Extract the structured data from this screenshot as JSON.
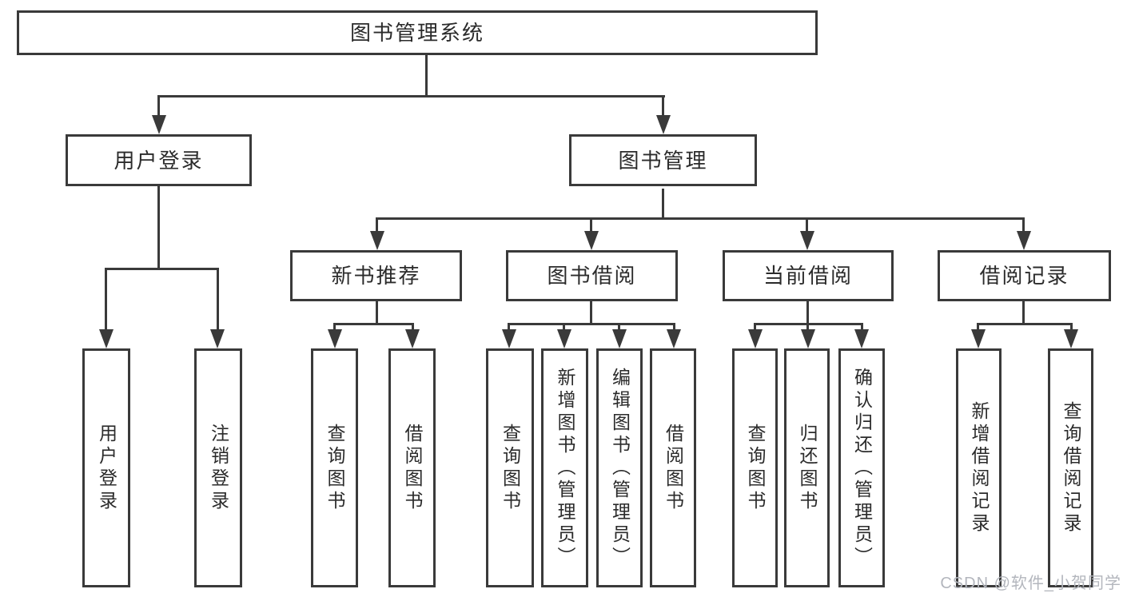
{
  "colors": {
    "line": "#3a3a3a",
    "node_border": "#3a3a3a",
    "node_text": "#2b2b2b",
    "background": "#ffffff",
    "watermark": "#b3b6bd"
  },
  "tree": {
    "root": {
      "label": "图书管理系统",
      "children": [
        {
          "label": "用户登录",
          "children": [
            {
              "label": "用户登录"
            },
            {
              "label": "注销登录"
            }
          ]
        },
        {
          "label": "图书管理",
          "children": [
            {
              "label": "新书推荐",
              "children": [
                {
                  "label": "查询图书"
                },
                {
                  "label": "借阅图书"
                }
              ]
            },
            {
              "label": "图书借阅",
              "children": [
                {
                  "label": "查询图书"
                },
                {
                  "label": "新增图书（管理员）"
                },
                {
                  "label": "编辑图书（管理员）"
                },
                {
                  "label": "借阅图书"
                }
              ]
            },
            {
              "label": "当前借阅",
              "children": [
                {
                  "label": "查询图书"
                },
                {
                  "label": "归还图书"
                },
                {
                  "label": "确认归还（管理员）"
                }
              ]
            },
            {
              "label": "借阅记录",
              "children": [
                {
                  "label": "新增借阅记录"
                },
                {
                  "label": "查询借阅记录"
                }
              ]
            }
          ]
        }
      ]
    }
  },
  "watermark": {
    "text": "CSDN @软件_小贺同学"
  }
}
